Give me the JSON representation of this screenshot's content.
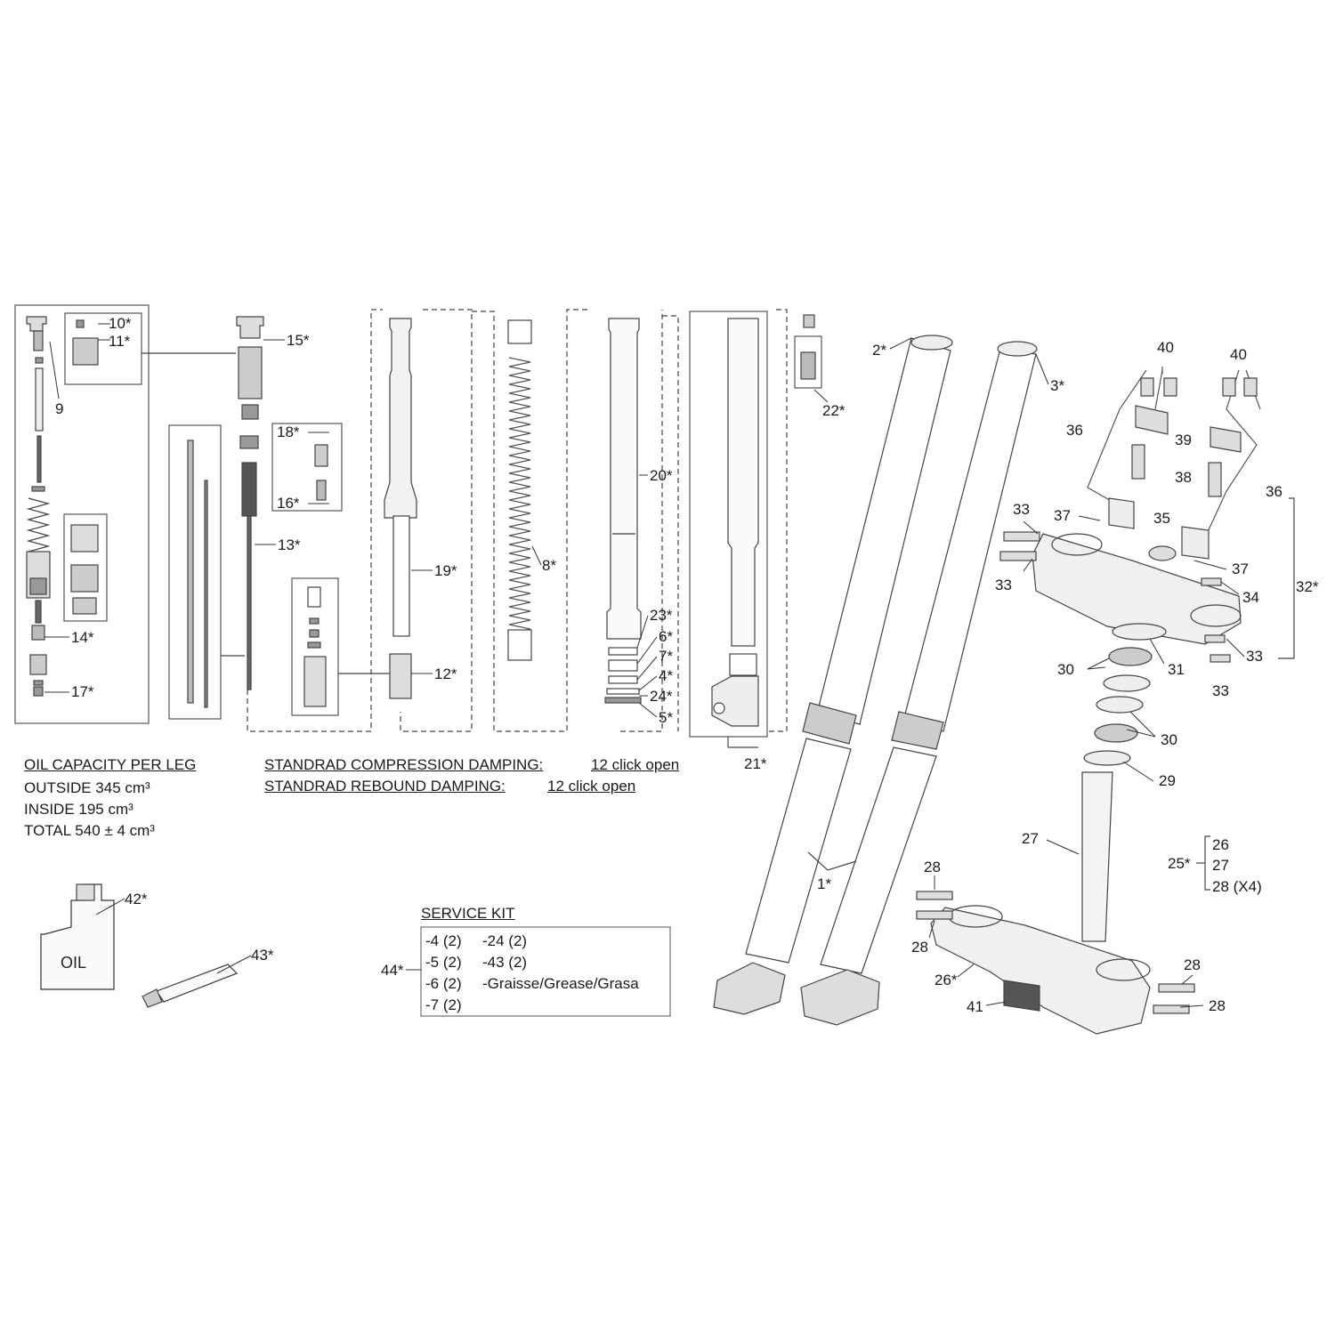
{
  "callouts": {
    "c1": "1*",
    "c2": "2*",
    "c3": "3*",
    "c4": "4*",
    "c5": "5*",
    "c6": "6*",
    "c7": "7*",
    "c8": "8*",
    "c9": "9",
    "c10": "10*",
    "c11": "11*",
    "c12": "12*",
    "c13": "13*",
    "c14": "14*",
    "c15": "15*",
    "c16": "16*",
    "c17": "17*",
    "c18": "18*",
    "c19": "19*",
    "c20": "20*",
    "c21": "21*",
    "c22": "22*",
    "c23": "23*",
    "c24": "24*",
    "c25": "25*",
    "c26": "26*",
    "c27": "27",
    "c28a": "28",
    "c28b": "28",
    "c28c": "28",
    "c28d": "28",
    "c29": "29",
    "c30a": "30",
    "c30b": "30",
    "c31": "31",
    "c32": "32*",
    "c33a": "33",
    "c33b": "33",
    "c33c": "33",
    "c33d": "33",
    "c34": "34",
    "c35": "35",
    "c36a": "36",
    "c36b": "36",
    "c37a": "37",
    "c37b": "37",
    "c38": "38",
    "c39": "39",
    "c40a": "40",
    "c40b": "40",
    "c41": "41",
    "c42": "42*",
    "c43": "43*",
    "c44": "44*"
  },
  "kit25": [
    "26",
    "27",
    "28 (X4)"
  ],
  "oil_capacity": {
    "heading": "OIL CAPACITY PER LEG",
    "outside": "OUTSIDE 345 cm³",
    "inside": "INSIDE 195 cm³",
    "total": "TOTAL 540 ± 4 cm³"
  },
  "damping": {
    "compression_label": "STANDRAD COMPRESSION DAMPING:",
    "compression_value": "12 click open",
    "rebound_label": "STANDRAD REBOUND DAMPING:",
    "rebound_value": "12 click open"
  },
  "service_kit": {
    "heading": "SERVICE KIT",
    "col1": [
      "-4 (2)",
      "-5 (2)",
      "-6 (2)",
      "-7 (2)"
    ],
    "col2": [
      "-24 (2)",
      "-43 (2)",
      "-Graisse/Grease/Grasa"
    ]
  },
  "oil_bottle_label": "OIL"
}
